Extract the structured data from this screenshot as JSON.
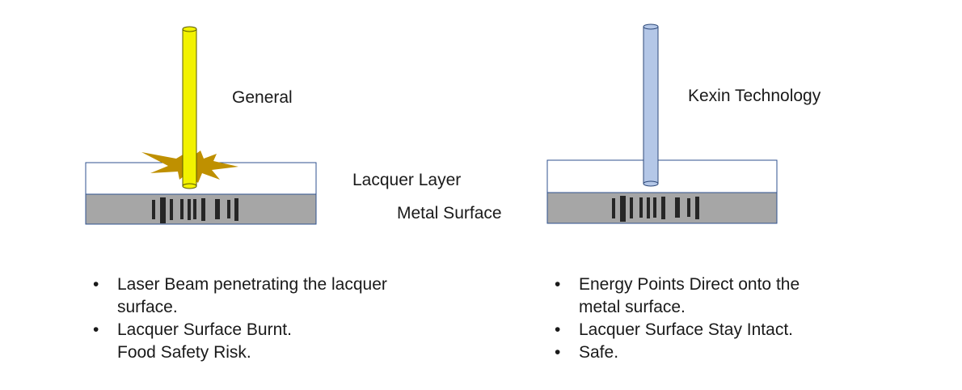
{
  "colors": {
    "laser_general": "#f2f200",
    "laser_general_stroke": "#5a5a00",
    "laser_kexin": "#b4c7e7",
    "laser_kexin_stroke": "#2f4a7a",
    "burst": "#bf9000",
    "lacquer_fill": "#ffffff",
    "metal_fill": "#a6a6a6",
    "box_stroke": "#2f528f",
    "barcode": "#262626"
  },
  "general": {
    "title": "General",
    "bullets": [
      {
        "lines": [
          "Laser Beam penetrating the lacquer",
          "surface."
        ]
      },
      {
        "lines": [
          "Lacquer Surface Burnt.",
          "Food Safety Risk."
        ]
      }
    ]
  },
  "kexin": {
    "title": "Kexin Technology",
    "bullets": [
      {
        "lines": [
          "Energy Points Direct onto the",
          "metal surface."
        ]
      },
      {
        "lines": [
          "Lacquer Surface Stay Intact."
        ]
      },
      {
        "lines": [
          "Safe."
        ]
      }
    ]
  },
  "labels": {
    "lacquer_layer": "Lacquer Layer",
    "metal_surface": "Metal Surface"
  },
  "bullet_char": "•"
}
